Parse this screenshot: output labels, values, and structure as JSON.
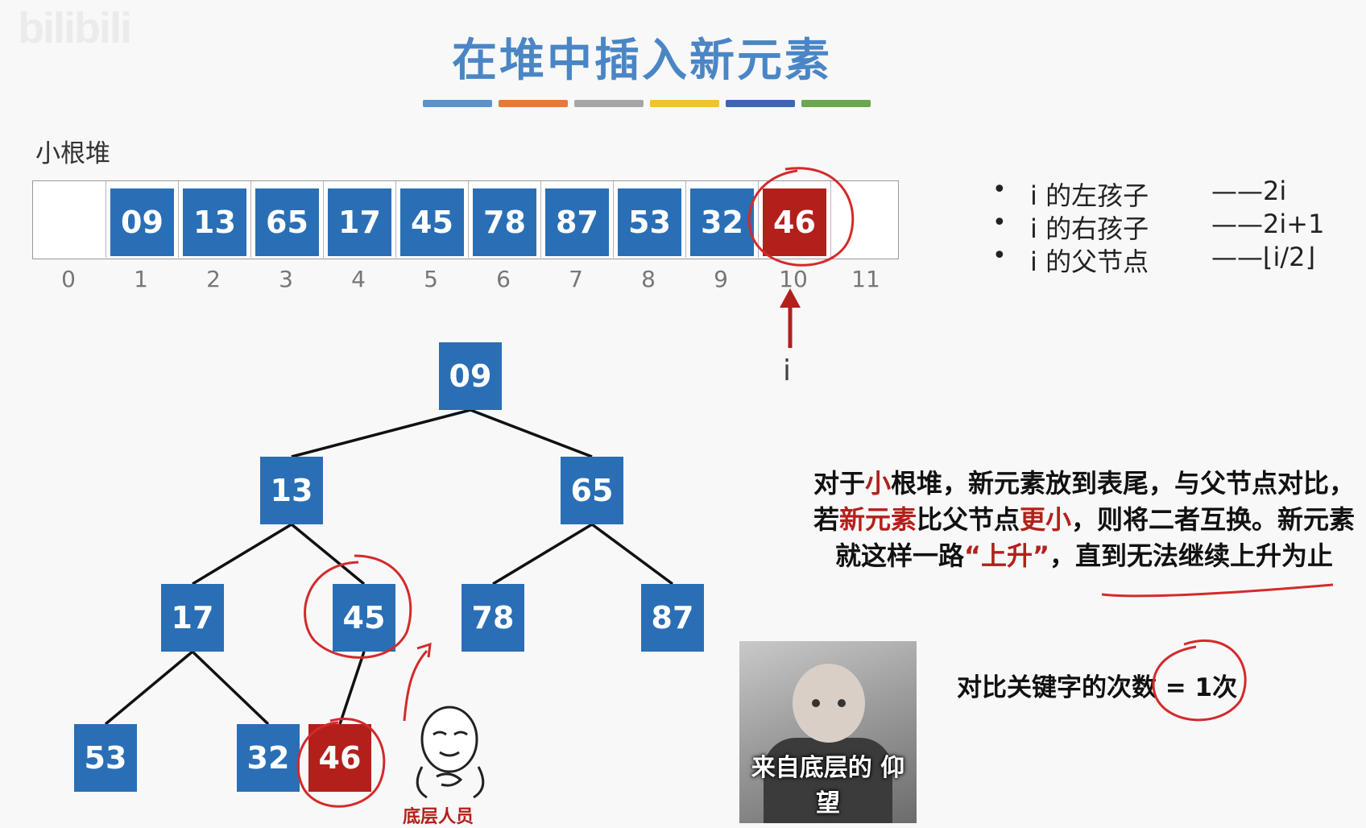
{
  "watermark": "bilibili",
  "title": "在堆中插入新元素",
  "colorbars": [
    "#5a92cf",
    "#e07b3a",
    "#a6a6a6",
    "#f2c230",
    "#3f66b5",
    "#6aa84f"
  ],
  "heap_label": "小根堆",
  "array": {
    "cells": [
      {
        "value": "",
        "highlight": false
      },
      {
        "value": "09",
        "highlight": false
      },
      {
        "value": "13",
        "highlight": false
      },
      {
        "value": "65",
        "highlight": false
      },
      {
        "value": "17",
        "highlight": false
      },
      {
        "value": "45",
        "highlight": false
      },
      {
        "value": "78",
        "highlight": false
      },
      {
        "value": "87",
        "highlight": false
      },
      {
        "value": "53",
        "highlight": false
      },
      {
        "value": "32",
        "highlight": false
      },
      {
        "value": "46",
        "highlight": true
      },
      {
        "value": "",
        "highlight": false
      }
    ],
    "indices": [
      "0",
      "1",
      "2",
      "3",
      "4",
      "5",
      "6",
      "7",
      "8",
      "9",
      "10",
      "11"
    ]
  },
  "pointer_label": "i",
  "bullets": [
    {
      "label": "i 的左孩子",
      "value": "——2i"
    },
    {
      "label": "i 的右孩子",
      "value": "——2i+1"
    },
    {
      "label": "i 的父节点",
      "value": "——⌊i/2⌋"
    }
  ],
  "tree": {
    "nodes": [
      {
        "id": "n1",
        "value": "09",
        "highlight": false
      },
      {
        "id": "n2",
        "value": "13",
        "highlight": false
      },
      {
        "id": "n3",
        "value": "65",
        "highlight": false
      },
      {
        "id": "n4",
        "value": "17",
        "highlight": false
      },
      {
        "id": "n5",
        "value": "45",
        "highlight": false
      },
      {
        "id": "n6",
        "value": "78",
        "highlight": false
      },
      {
        "id": "n7",
        "value": "87",
        "highlight": false
      },
      {
        "id": "n8",
        "value": "53",
        "highlight": false
      },
      {
        "id": "n9",
        "value": "32",
        "highlight": false
      },
      {
        "id": "n10",
        "value": "46",
        "highlight": true
      }
    ],
    "edges": [
      [
        "n1",
        "n2"
      ],
      [
        "n1",
        "n3"
      ],
      [
        "n2",
        "n4"
      ],
      [
        "n2",
        "n5"
      ],
      [
        "n3",
        "n6"
      ],
      [
        "n3",
        "n7"
      ],
      [
        "n4",
        "n8"
      ],
      [
        "n4",
        "n9"
      ],
      [
        "n5",
        "n10"
      ]
    ]
  },
  "note": {
    "l1_a": "对于",
    "l1_b": "小",
    "l1_c": "根堆，新元素放到表尾，与父节点对比，",
    "l2_a": "若",
    "l2_b": "新元素",
    "l2_c": "比父节点",
    "l2_d": "更小",
    "l2_e": "，则将二者互换。新元素",
    "l3_a": "就这样一路",
    "l3_b": "“上升”",
    "l3_c": "，直到无法继续上升为止"
  },
  "count_text": "对比关键字的次数 = 1次",
  "photo_caption": "来自底层的 仰望",
  "meme_caption": "底层人员",
  "colors": {
    "node": "#2a6fb5",
    "highlight": "#b3201c",
    "annotation": "#d42a2a",
    "title": "#4a86c5"
  }
}
